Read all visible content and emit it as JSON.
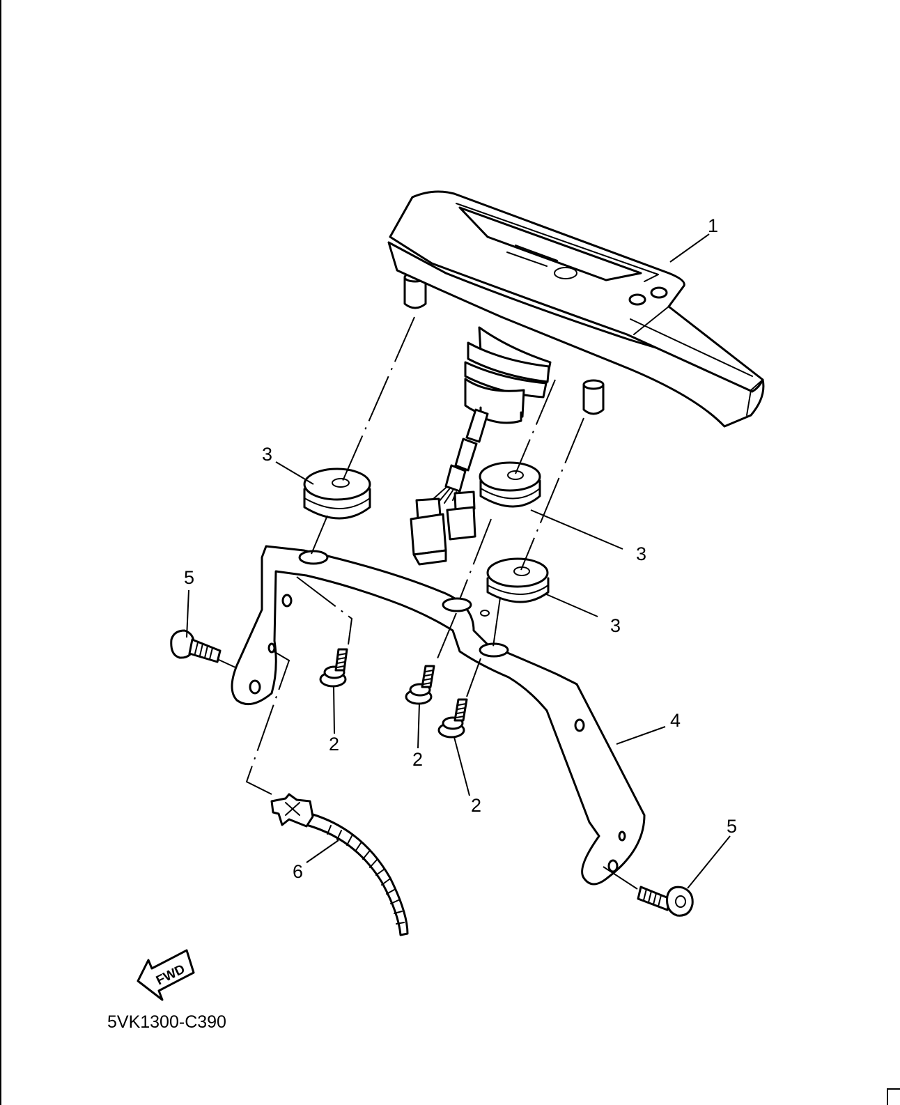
{
  "diagram": {
    "code": "5VK1300-C390",
    "fwd_label": "FWD",
    "callouts": [
      "1",
      "2",
      "2",
      "2",
      "3",
      "3",
      "3",
      "4",
      "5",
      "5",
      "6"
    ]
  }
}
